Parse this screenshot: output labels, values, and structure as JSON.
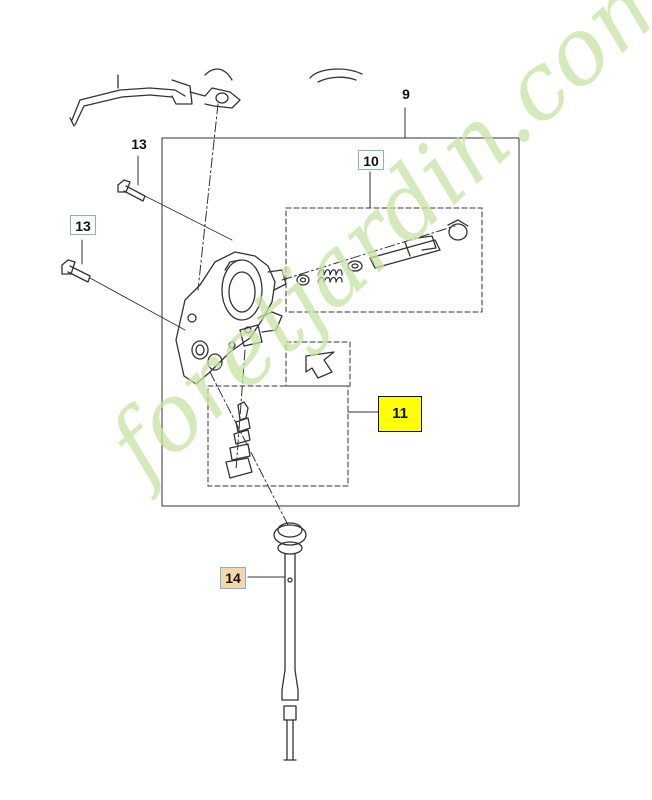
{
  "watermark": {
    "text": "foretjardin.com"
  },
  "callouts": {
    "c9": "9",
    "c10": "10",
    "c11": "11",
    "c13a": "13",
    "c13b": "13",
    "c14": "14"
  },
  "colors": {
    "line": "#333333",
    "callout_border": "#7fb3d6",
    "highlight": "#ffff00",
    "watermark": "#c8e3a3",
    "orange_tag": "#f5d7a8"
  }
}
